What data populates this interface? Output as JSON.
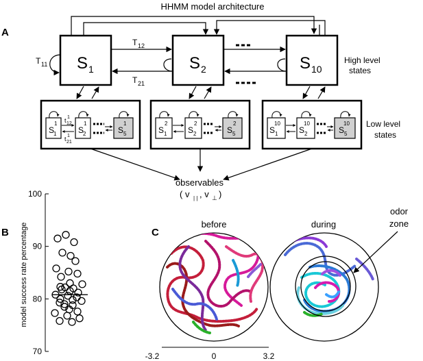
{
  "title": "HHMM model architecture",
  "panels": {
    "a": "A",
    "b": "B",
    "c": "C"
  },
  "high_states": [
    {
      "base": "S",
      "sub": "1"
    },
    {
      "base": "S",
      "sub": "2"
    },
    {
      "base": "S",
      "sub": "10"
    }
  ],
  "transitions": [
    {
      "base": "T",
      "sub": "12"
    },
    {
      "base": "T",
      "sub": "21"
    },
    {
      "base": "T",
      "sub": "11"
    }
  ],
  "high_level_label": [
    "High level",
    "states"
  ],
  "low_level_label": [
    "Low level",
    "states"
  ],
  "low_states": [
    {
      "sup": "1",
      "items": [
        "1",
        "2",
        "5"
      ]
    },
    {
      "sup": "2",
      "items": [
        "1",
        "2",
        "5"
      ]
    },
    {
      "sup": "10",
      "items": [
        "1",
        "2",
        "5"
      ]
    }
  ],
  "low_transitions": [
    {
      "base": "t",
      "sub": "12",
      "sup": "1"
    },
    {
      "base": "t",
      "sub": "21",
      "sup": "1"
    }
  ],
  "observables": {
    "label": "observables",
    "parallel": "( v",
    "parallel_sub": "| |",
    "sep": ", v",
    "perp_sub": "⊥",
    "close": ")"
  },
  "chart_data": {
    "type": "scatter",
    "ylabel": "model success rate percentage",
    "ylim": [
      70,
      100
    ],
    "yticks": [
      "100",
      "90",
      "80",
      "70"
    ],
    "median": 80.8,
    "values": [
      91.5,
      92.2,
      90.8,
      88.8,
      88.2,
      87.2,
      85.8,
      85.2,
      84.8,
      84.2,
      83.0,
      82.8,
      82.3,
      82.2,
      82.0,
      81.8,
      81.5,
      81.2,
      80.8,
      80.6,
      80.3,
      80.0,
      79.8,
      79.6,
      79.3,
      79.0,
      78.8,
      78.5,
      78.0,
      77.6,
      77.3,
      76.8,
      76.3,
      75.8,
      75.6
    ]
  },
  "tracks": {
    "before_label": "before",
    "during_label": "during",
    "odor_zone_label": [
      "odor",
      "zone"
    ],
    "xticks": [
      "-3.2",
      "0",
      "3.2"
    ]
  }
}
